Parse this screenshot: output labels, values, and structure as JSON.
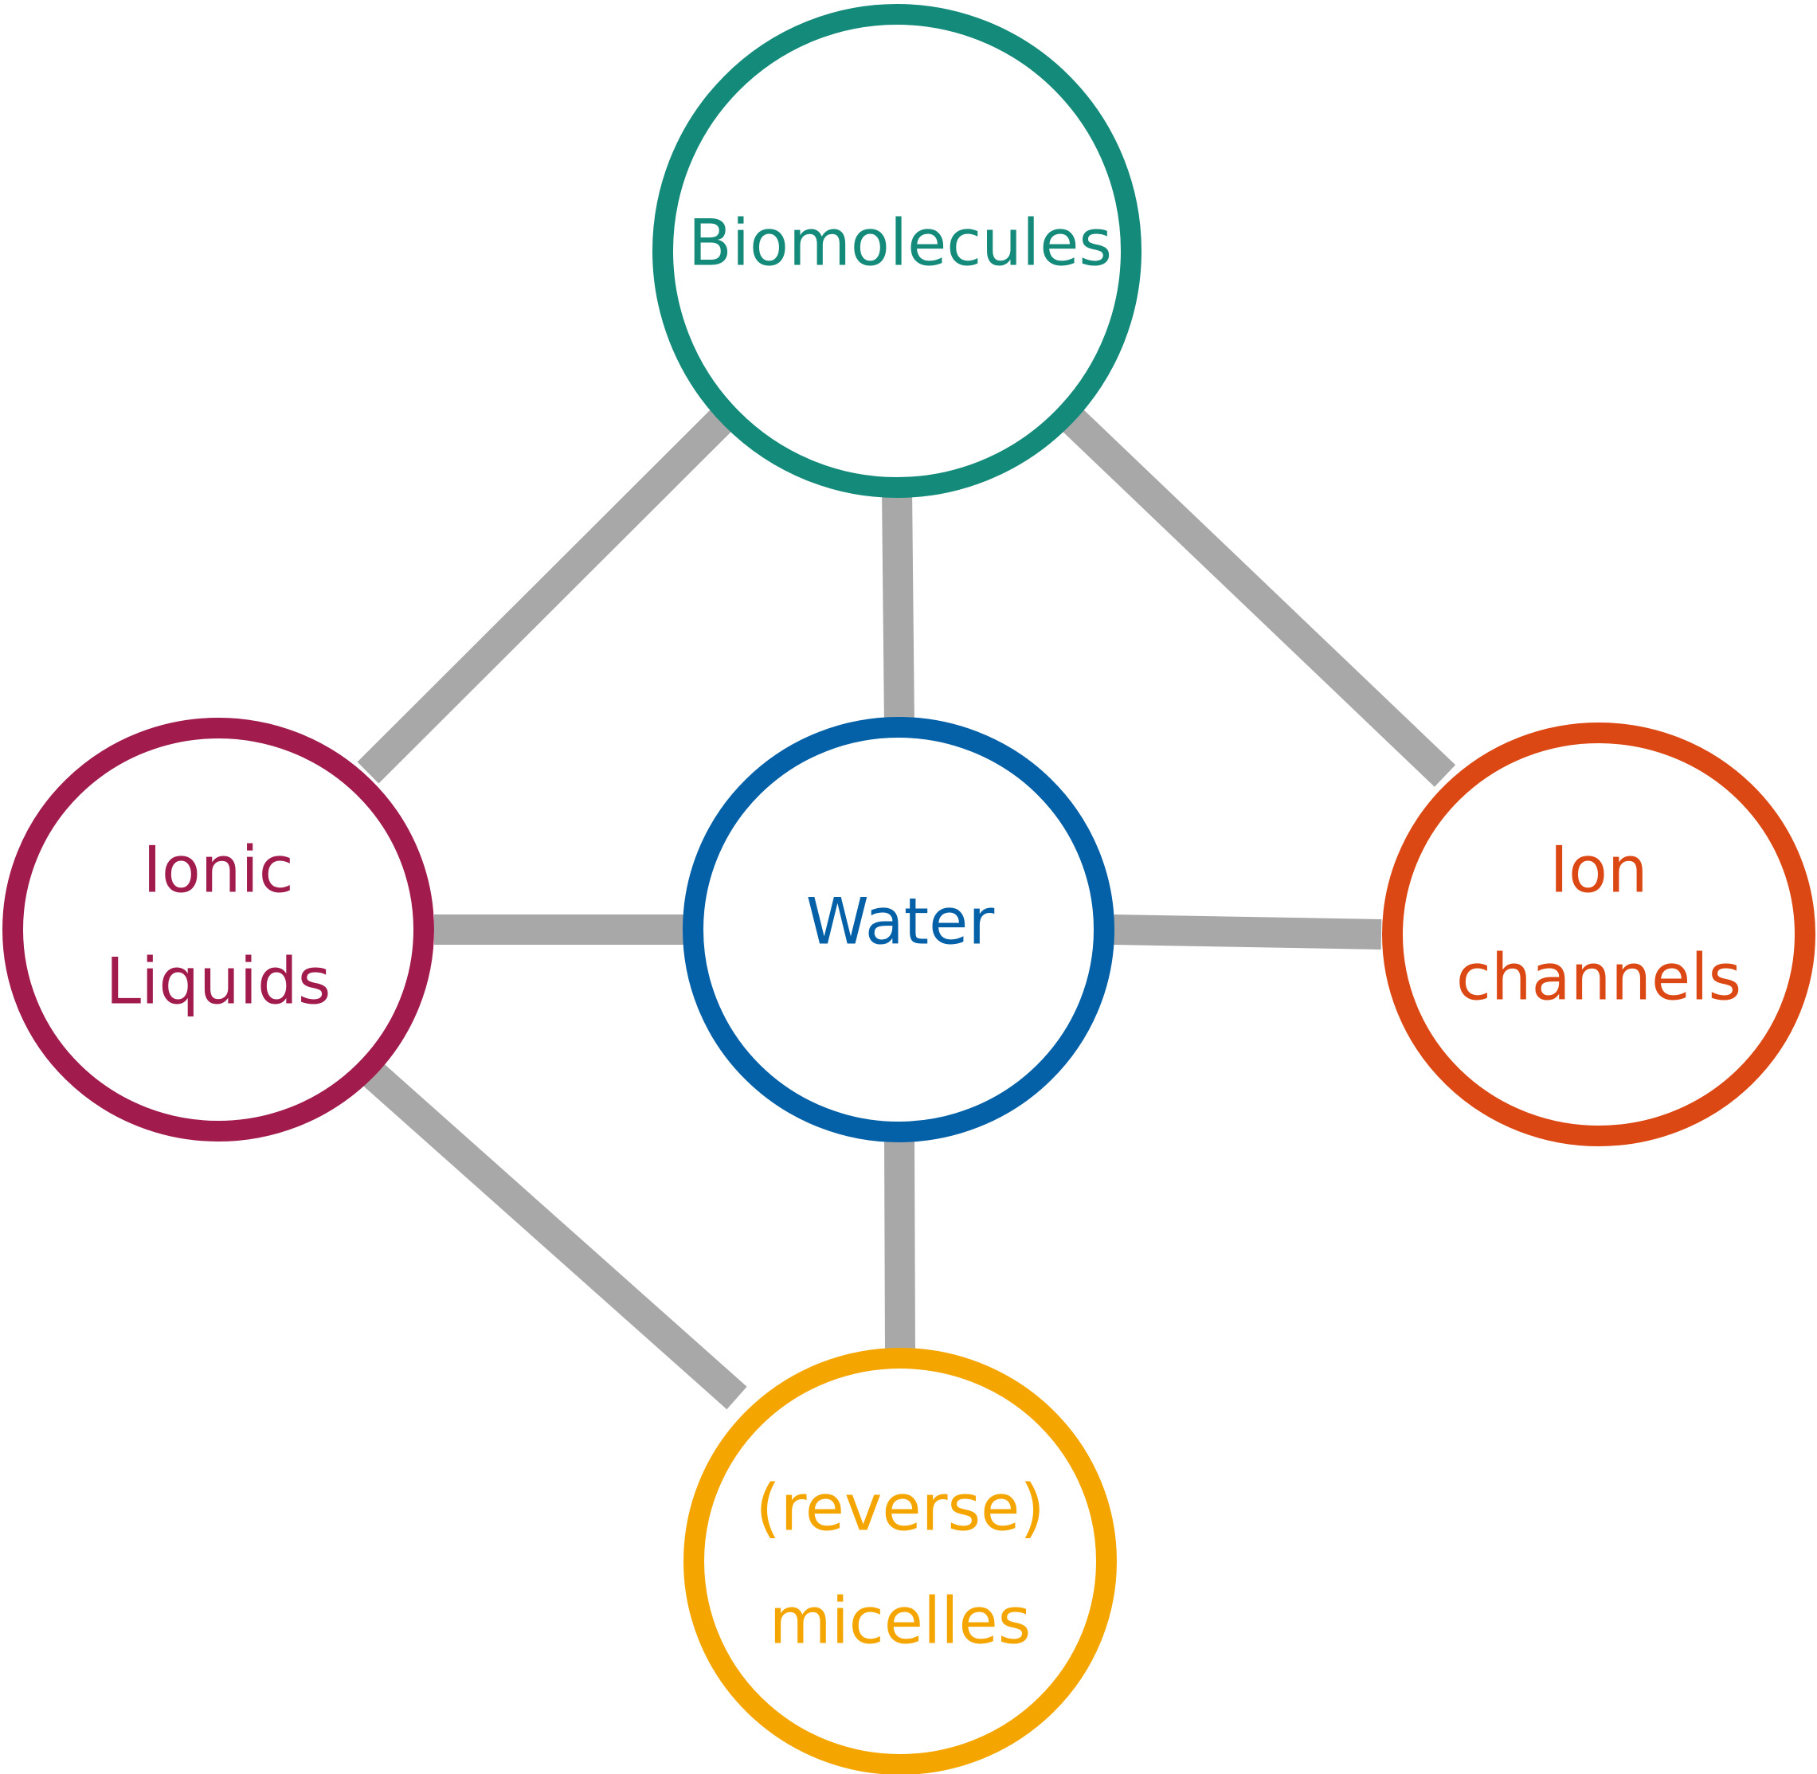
{
  "colors": {
    "edge": "#a8a8a8",
    "biomolecules": "#138a7a",
    "water": "#0461a8",
    "ionic_liquids": "#a11c4c",
    "ion_channels": "#dc4814",
    "micelles": "#f5a500"
  },
  "nodes": {
    "biomolecules": {
      "line1": "Biomolecules"
    },
    "water": {
      "line1": "Water"
    },
    "ionic_liquids": {
      "line1": "Ionic",
      "line2": "Liquids"
    },
    "ion_channels": {
      "line1": "Ion",
      "line2": "channels"
    },
    "micelles": {
      "line1": "(reverse)",
      "line2": "micelles"
    }
  },
  "edges": [
    {
      "from": "biomolecules",
      "to": "water"
    },
    {
      "from": "biomolecules",
      "to": "ionic_liquids"
    },
    {
      "from": "biomolecules",
      "to": "ion_channels"
    },
    {
      "from": "water",
      "to": "ionic_liquids"
    },
    {
      "from": "water",
      "to": "ion_channels"
    },
    {
      "from": "water",
      "to": "micelles"
    },
    {
      "from": "ionic_liquids",
      "to": "micelles"
    }
  ]
}
